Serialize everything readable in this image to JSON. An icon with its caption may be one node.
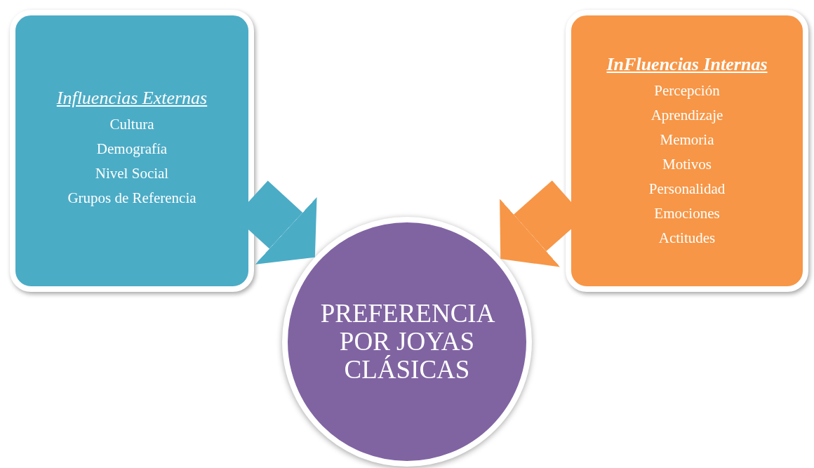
{
  "diagram": {
    "nodes": [
      {
        "text": [
          "Influencias Externas",
          "Cultura",
          "Demografía",
          "Nivel Social",
          "Grupos de Referencia"
        ]
      },
      {
        "text": [
          "InFluencias Internas",
          "Percepción",
          "Aprendizaje",
          "Memoria",
          "Motivos",
          "Personalidad",
          "Emociones",
          "Actitudes"
        ]
      },
      {
        "text": [
          "PREFERENCIA POR JOYAS CLÁSICAS"
        ]
      }
    ],
    "edges": [
      {
        "from": 0,
        "to": 2,
        "arrow": "to",
        "color": "#4bacc6"
      },
      {
        "from": 1,
        "to": 2,
        "arrow": "to",
        "color": "#f79646"
      }
    ]
  }
}
